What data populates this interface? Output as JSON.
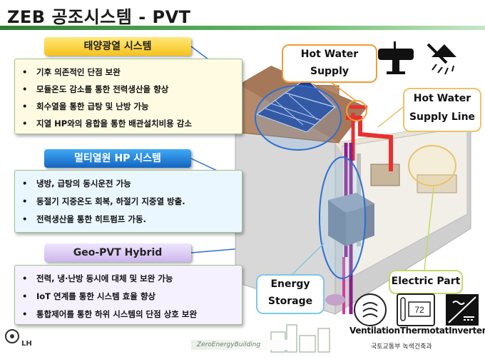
{
  "title": "ZEB 공조시스템 - PVT",
  "sections": {
    "solar": {
      "label": "태양광열 시스템",
      "items": [
        "기후 의존적인 단점 보완",
        "모듈온도 감소를 통한 전력생산을 향상",
        "회수열을 통한 급탕 및 난방 가능",
        "지열 HP와의 융합을 통한 배관설치비용 감소"
      ]
    },
    "multi": {
      "label": "멀티열원 HP 시스템",
      "items": [
        "냉방, 급탕의 동시운전 가능",
        "동절기 지중온도 회복, 하절기 지중열 방출.",
        "전력생산을 통한 히트펌프 가동."
      ]
    },
    "geo": {
      "label": "Geo-PVT Hybrid",
      "items": [
        "전력, 냉·난방 동시에 대체 및 보완 가능",
        "IoT 연계를 통한 시스템 효율 향상",
        "통합제어를 통한 하위 시스템의 단점 상호 보완"
      ]
    }
  },
  "bullet": "•",
  "callouts": {
    "hot_water_supply": [
      "Hot Water",
      "Supply"
    ],
    "hot_water_supply_line": [
      "Hot Water",
      "Supply Line"
    ],
    "energy_storage": [
      "Energy",
      "Storage"
    ],
    "electric_part": "Electric Part"
  },
  "bottom_labels": "VentilationThermotatInverter",
  "thermostat_reading": "72",
  "footer": {
    "lh_logo": "LH",
    "zeb_logo": "ZeroEnergyBuilding",
    "ministry": "국토교통부 녹색건축과"
  },
  "colors": {
    "solar_label": "#f6c21a",
    "multi_label": "#1565c0",
    "geo_label": "#cbb7ea",
    "hot_pipe": "#e8312f",
    "cold_pipe": "#8a1f8a",
    "title_bar": "#2e7d32"
  }
}
